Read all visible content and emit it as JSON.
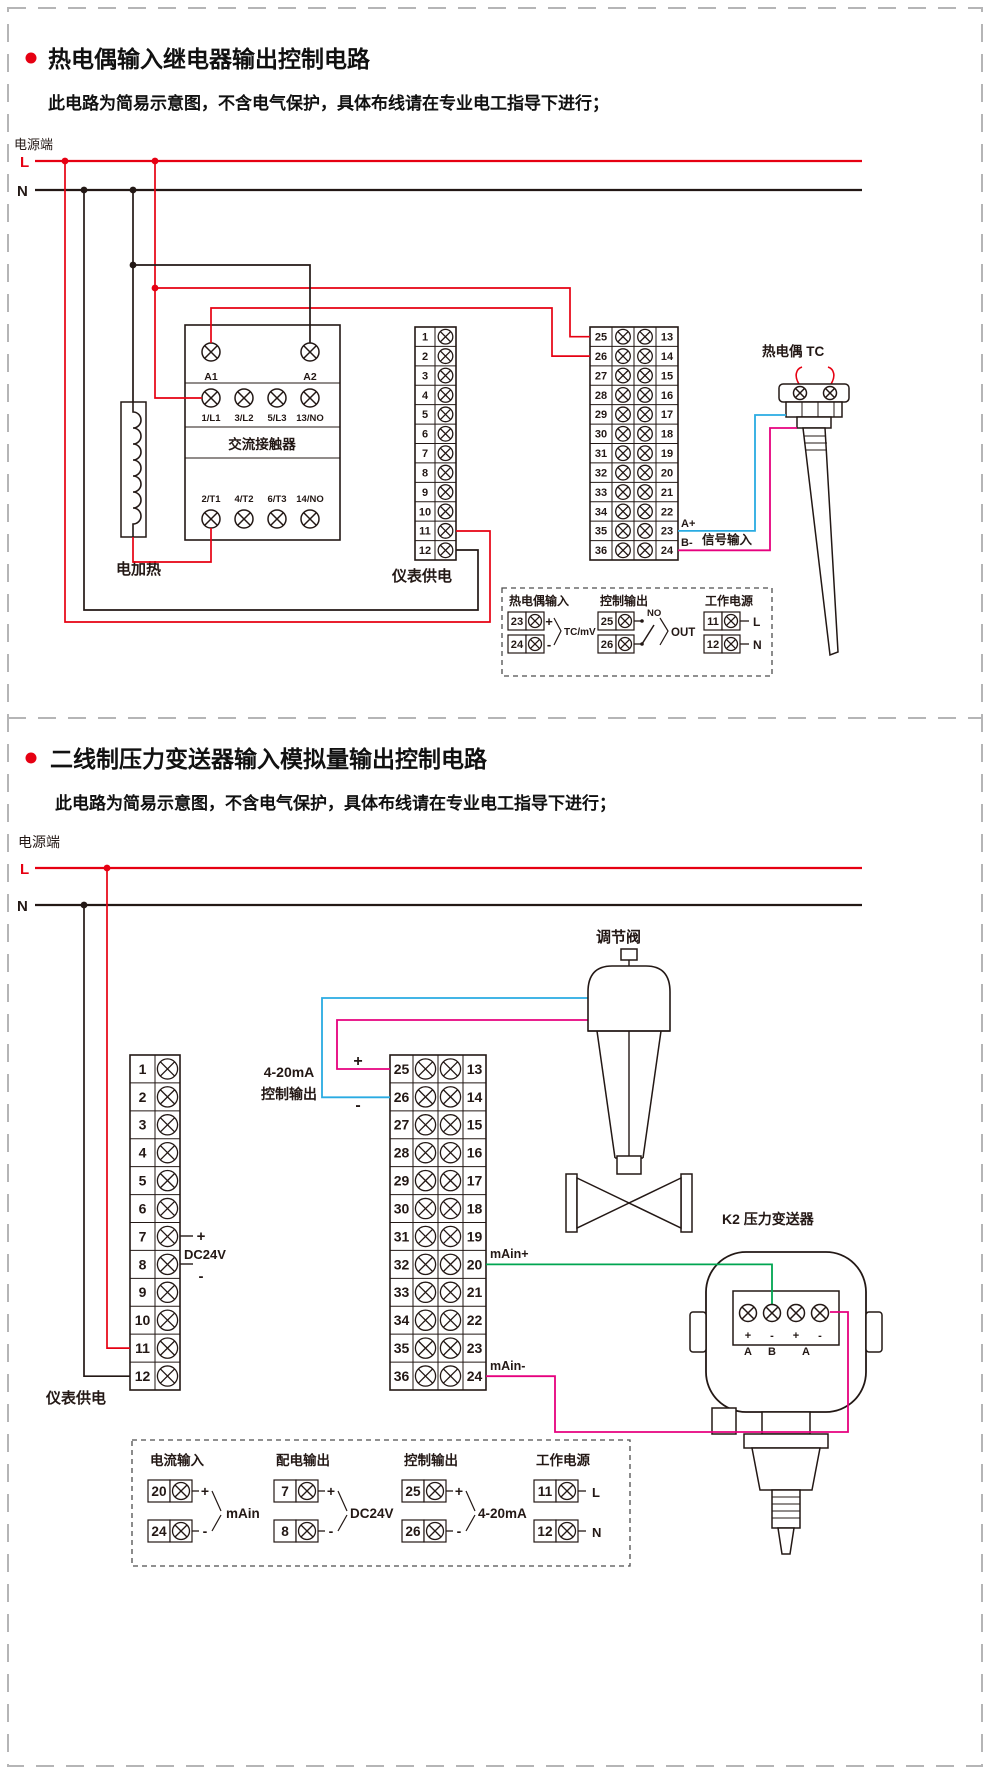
{
  "page": {
    "border_color": "#b5b5b6"
  },
  "colors": {
    "red": "#e60012",
    "ink": "#231815",
    "blue": "#29abe2",
    "magenta": "#e6007e",
    "green": "#00a551"
  },
  "section1": {
    "title": "热电偶输入继电器输出控制电路",
    "subtitle": "此电路为简易示意图，不含电气保护，具体布线请在专业电工指导下进行；",
    "power_label": "电源端",
    "l": "L",
    "n": "N",
    "contactor": "交流接触器",
    "a1": "A1",
    "a2": "A2",
    "contactor_top": [
      "1/L1",
      "3/L2",
      "5/L3",
      "13/NO"
    ],
    "contactor_bottom": [
      "2/T1",
      "4/T2",
      "6/T3",
      "14/NO"
    ],
    "heater": "电加热",
    "meter_power": "仪表供电",
    "tc_label": "热电偶 TC",
    "signal_input": "信号输入",
    "a_plus": "A+",
    "b_minus": "B-",
    "left_terms": [
      "1",
      "2",
      "3",
      "4",
      "5",
      "6",
      "7",
      "8",
      "9",
      "10",
      "11",
      "12"
    ],
    "mid_terms": [
      "25",
      "26",
      "27",
      "28",
      "29",
      "30",
      "31",
      "32",
      "33",
      "34",
      "35",
      "36"
    ],
    "right_terms": [
      "13",
      "14",
      "15",
      "16",
      "17",
      "18",
      "19",
      "20",
      "21",
      "22",
      "23",
      "24"
    ],
    "detail": {
      "g1_title": "热电偶输入",
      "g1_rows": [
        "23",
        "24"
      ],
      "g1_plus": "+",
      "g1_minus": "-",
      "g1_text": "TC/mV",
      "g2_title": "控制输出",
      "g2_rows": [
        "25",
        "26"
      ],
      "g2_no": "NO",
      "g2_out": "OUT",
      "g3_title": "工作电源",
      "g3_rows": [
        "11",
        "12"
      ],
      "g3_l": "L",
      "g3_n": "N"
    }
  },
  "section2": {
    "title": "二线制压力变送器输入模拟量输出控制电路",
    "subtitle": "此电路为简易示意图，不含电气保护，具体布线请在专业电工指导下进行；",
    "power_label": "电源端",
    "l": "L",
    "n": "N",
    "valve_label": "调节阀",
    "out_label_1": "4-20mA",
    "out_label_2": "控制输出",
    "out_plus": "+",
    "out_minus": "-",
    "dc24v": "DC24V",
    "dc_plus": "+",
    "dc_minus": "-",
    "main_plus": "mAin+",
    "main_minus": "mAin-",
    "meter_power": "仪表供电",
    "transmitter_label": "K2 压力变送器",
    "trans_signs": [
      "+",
      "-",
      "+",
      "-"
    ],
    "trans_letters": [
      "A",
      "B",
      "A"
    ],
    "left_terms": [
      "1",
      "2",
      "3",
      "4",
      "5",
      "6",
      "7",
      "8",
      "9",
      "10",
      "11",
      "12"
    ],
    "mid_terms": [
      "25",
      "26",
      "27",
      "28",
      "29",
      "30",
      "31",
      "32",
      "33",
      "34",
      "35",
      "36"
    ],
    "right_terms": [
      "13",
      "14",
      "15",
      "16",
      "17",
      "18",
      "19",
      "20",
      "21",
      "22",
      "23",
      "24"
    ],
    "detail": {
      "g1_title": "电流输入",
      "g1_rows": [
        "20",
        "24"
      ],
      "g1_plus": "+",
      "g1_minus": "-",
      "g1_text": "mAin",
      "g2_title": "配电输出",
      "g2_rows": [
        "7",
        "8"
      ],
      "g2_plus": "+",
      "g2_minus": "-",
      "g2_text": "DC24V",
      "g3_title": "控制输出",
      "g3_rows": [
        "25",
        "26"
      ],
      "g3_plus": "+",
      "g3_minus": "-",
      "g3_text": "4-20mA",
      "g4_title": "工作电源",
      "g4_rows": [
        "11",
        "12"
      ],
      "g4_l": "L",
      "g4_n": "N"
    }
  }
}
